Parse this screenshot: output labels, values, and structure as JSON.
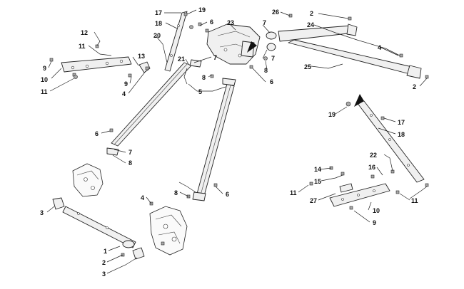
{
  "callouts": {
    "c1": "1",
    "c2a": "2",
    "c2b": "2",
    "c2c": "2",
    "c3a": "3",
    "c3b": "3",
    "c4a": "4",
    "c4b": "4",
    "c4c": "4",
    "c5": "5",
    "c6a": "6",
    "c6b": "6",
    "c6c": "6",
    "c6d": "6",
    "c7a": "7",
    "c7b": "7",
    "c7c": "7",
    "c7d": "7",
    "c8a": "8",
    "c8b": "8",
    "c8c": "8",
    "c8d": "8",
    "c9a": "9",
    "c9b": "9",
    "c9c": "9",
    "c10a": "10",
    "c10b": "10",
    "c11a": "11",
    "c11b": "11",
    "c11c": "11",
    "c11d": "11",
    "c12": "12",
    "c13": "13",
    "c14": "14",
    "c15": "15",
    "c16": "16",
    "c17a": "17",
    "c17b": "17",
    "c18a": "18",
    "c18b": "18",
    "c19a": "19",
    "c19b": "19",
    "c20": "20",
    "c21": "21",
    "c22": "22",
    "c23": "23",
    "c24": "24",
    "c25": "25",
    "c26": "26",
    "c27": "27"
  }
}
